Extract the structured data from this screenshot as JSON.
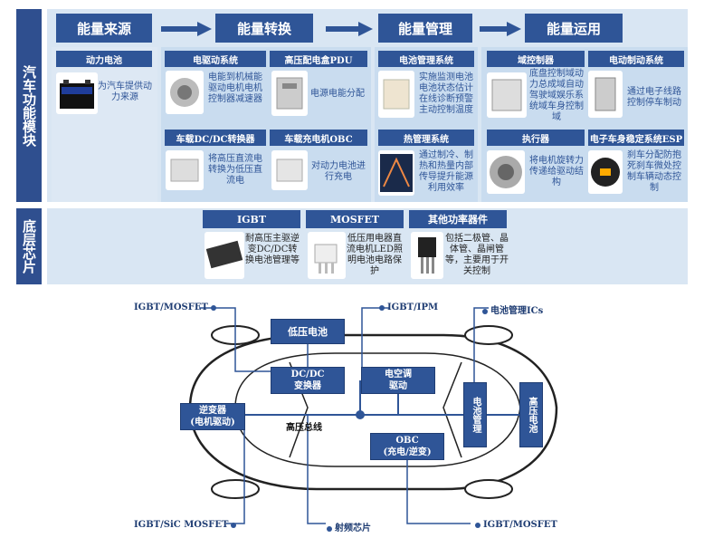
{
  "sidebar": {
    "top": "汽车功能模块",
    "bottom": "底层芯片"
  },
  "stages": [
    "能量来源",
    "能量转换",
    "能量管理",
    "能量运用"
  ],
  "modules": {
    "battery": {
      "title": "动力电池",
      "desc": "为汽车提供动力来源"
    },
    "motor": {
      "title": "电驱动系统",
      "desc": "电能到机械能驱动电机电机控制器减速器"
    },
    "pdu": {
      "title": "高压配电盒PDU",
      "desc": "电源电能分配"
    },
    "dcdc": {
      "title": "车载DC/DC转换器",
      "desc": "将高压直流电转换为低压直流电"
    },
    "obc": {
      "title": "车载充电机OBC",
      "desc": "对动力电池进行充电"
    },
    "bms": {
      "title": "电池管理系统",
      "desc": "实施监测电池电池状态估计在线诊断预警主动控制温度"
    },
    "thermal": {
      "title": "热管理系统",
      "desc": "通过制冷、制热和热量内部传导提升能源利用效率"
    },
    "domain": {
      "title": "域控制器",
      "desc": "底盘控制域动力总成域自动驾驶域娱乐系统域车身控制域"
    },
    "brake": {
      "title": "电动制动系统",
      "desc": "通过电子线路控制停车制动"
    },
    "actuator": {
      "title": "执行器",
      "desc": "将电机旋转力传递给驱动结构"
    },
    "esp": {
      "title": "电子车身稳定系统ESP",
      "desc": "刹车分配防抱死刹车微处控制车辆动态控制"
    }
  },
  "chips": {
    "igbt": {
      "title": "IGBT",
      "desc": "耐高压主驱逆变DC/DC转换电池管理等"
    },
    "mosfet": {
      "title": "MOSFET",
      "desc": "低压用电器直流电机LED照明电池电路保护"
    },
    "other": {
      "title": "其他功率器件",
      "desc": "包括二极管、晶体管、晶闸管等，主要用于开关控制"
    }
  },
  "car": {
    "top_labels": [
      "IGBT/MOSFET",
      "IGBT/IPM",
      "电池管理ICs"
    ],
    "bottom_labels": [
      "IGBT/SiC MOSFET",
      "射频芯片",
      "IGBT/MOSFET"
    ],
    "blocks": {
      "lv_battery": "低压电池",
      "dcdc": "DC/DC\n变换器",
      "ac": "电空调\n驱动",
      "inverter": "逆变器\n(电机驱动)",
      "hv_bus": "高压总线",
      "obc": "OBC\n(充电/逆变)",
      "bms": "电池管理",
      "hv_battery": "高压电池"
    }
  },
  "colors": {
    "primary": "#2f5597",
    "light": "#d9e6f3",
    "sidebar": "#2f4f8f"
  }
}
